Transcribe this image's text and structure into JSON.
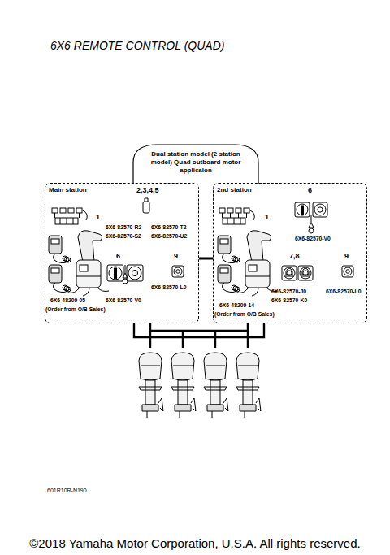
{
  "diagram": {
    "title": "6X6 REMOTE CONTROL (QUAD)",
    "caption": "©2018 Yamaha Motor Corporation, U.S.A. All rights reserved.",
    "nodes": [
      {
        "text": [
          "Dual station model (2 station model) Quad outboard motor applicaion"
        ]
      },
      {
        "text": [
          "Main station"
        ]
      },
      {
        "text": [
          "2nd station"
        ]
      }
    ],
    "edges": [
      {
        "from": 1,
        "to": 2,
        "arrow": "none"
      }
    ],
    "labels": [
      "1",
      "2,3,4,5",
      "6X6-82570-R2",
      "6X6-82570-T2",
      "6X6-82570-S2",
      "6X6-82570-U2",
      "6",
      "9",
      "6X6-82570-L0",
      "6X6-48209-05",
      "(Order from O/B Sales)",
      "6X6-82570-V0",
      "6",
      "6X6-82570-V0",
      "1",
      "7,8",
      "9",
      "6X6-82570-J0",
      "6X6-82570-K0",
      "6X6-82570-L0",
      "6X6-48209-14",
      "(Order from O/B Sales)",
      "601R10R-N190"
    ]
  }
}
